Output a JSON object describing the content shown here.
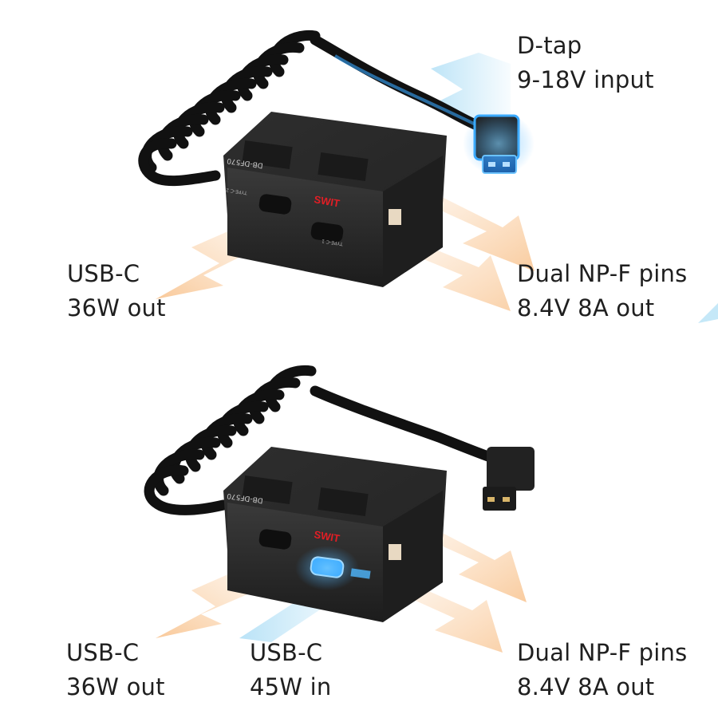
{
  "labels": {
    "dtap": {
      "line1": "D-tap",
      "line2": "9-18V input"
    },
    "usbc_out_top": {
      "line1": "USB-C",
      "line2": "36W out"
    },
    "np_top": {
      "line1": "Dual NP-F pins",
      "line2": "8.4V 8A out"
    },
    "usbc_out_bottom": {
      "line1": "USB-C",
      "line2": "36W out"
    },
    "usbc_in_bottom": {
      "line1": "USB-C",
      "line2": "45W in"
    },
    "np_bottom": {
      "line1": "Dual NP-F pins",
      "line2": "8.4V 8A out"
    }
  },
  "device": {
    "brand": "SWIT",
    "model": "DB-DF570",
    "port_label_1": "TYPE-C 1",
    "port_label_2": "TYPE-C 2"
  },
  "colors": {
    "input_arrow": "#9fd8f4",
    "output_arrow": "#fbd2a8",
    "glow": "#39a9ff",
    "device_body": "#2a2a2a",
    "brand_red": "#e01e25"
  }
}
